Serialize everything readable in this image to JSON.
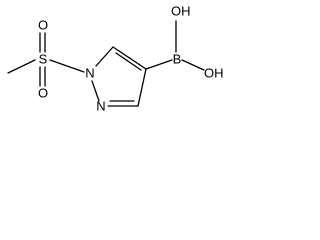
{
  "structure": {
    "atoms": {
      "boron": "B",
      "hydroxyl_top": "OH",
      "hydroxyl_bottom": "OH",
      "nitrogen_1": "N",
      "nitrogen_2": "N",
      "sulfur": "S",
      "sulfonyl_oxygen_top": "O",
      "sulfonyl_oxygen_bottom": "O"
    }
  }
}
